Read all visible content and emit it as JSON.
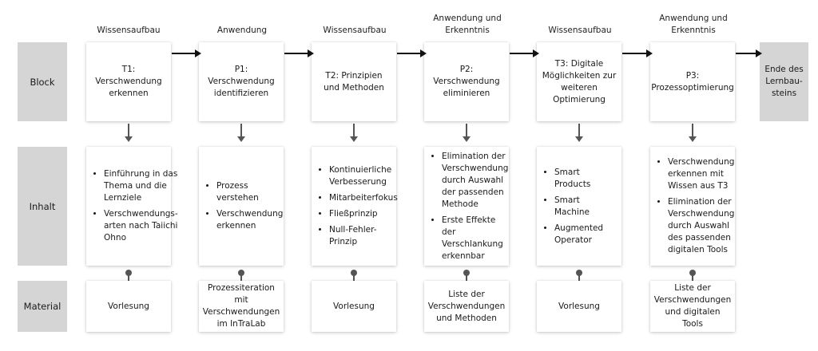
{
  "columns": [
    {
      "phase": "Wissensaufbau",
      "block": "T1: Verschwendung erkennen",
      "inhalt": [
        "Einführung in das Thema und die Lernziele",
        "Verschwendungs-arten nach Taiichi Ohno"
      ],
      "material": "Vorlesung"
    },
    {
      "phase": "Anwendung",
      "block": "P1: Verschwendung identifizieren",
      "inhalt": [
        "Prozess verstehen",
        "Verschwendung erkennen"
      ],
      "material": "Prozessiteration mit Verschwendungen im InTraLab"
    },
    {
      "phase": "Wissensaufbau",
      "block": "T2: Prinzipien und Methoden",
      "inhalt": [
        "Kontinuierliche Verbesserung",
        "Mitarbeiterfokus",
        "Fließprinzip",
        "Null-Fehler-Prinzip"
      ],
      "material": "Vorlesung"
    },
    {
      "phase": "Anwendung und Erkenntnis",
      "block": "P2: Verschwendung eliminieren",
      "inhalt": [
        "Elimination der Verschwendung durch Auswahl der passenden Methode",
        "Erste Effekte der Verschlankung erkennbar"
      ],
      "material": "Liste der Verschwendungen und Methoden"
    },
    {
      "phase": "Wissensaufbau",
      "block": "T3: Digitale Möglichkeiten zur weiteren Optimierung",
      "inhalt": [
        "Smart Products",
        "Smart Machine",
        "Augmented Operator"
      ],
      "material": "Vorlesung"
    },
    {
      "phase": "Anwendung und Erkenntnis",
      "block": "P3: Prozessoptimierung",
      "inhalt": [
        "Verschwendung erkennen mit Wissen aus T3",
        "Elimination der Verschwendung durch Auswahl des passenden digitalen Tools"
      ],
      "material": "Liste der Verschwendungen und digitalen Tools"
    }
  ],
  "row_labels": {
    "block": "Block",
    "inhalt": "Inhalt",
    "material": "Material"
  },
  "end_box": "Ende des Lernbau-steins",
  "colors": {
    "label_bg": "#d5d5d5",
    "box_bg": "#ffffff",
    "arrow": "#111111",
    "connector": "#555555"
  }
}
